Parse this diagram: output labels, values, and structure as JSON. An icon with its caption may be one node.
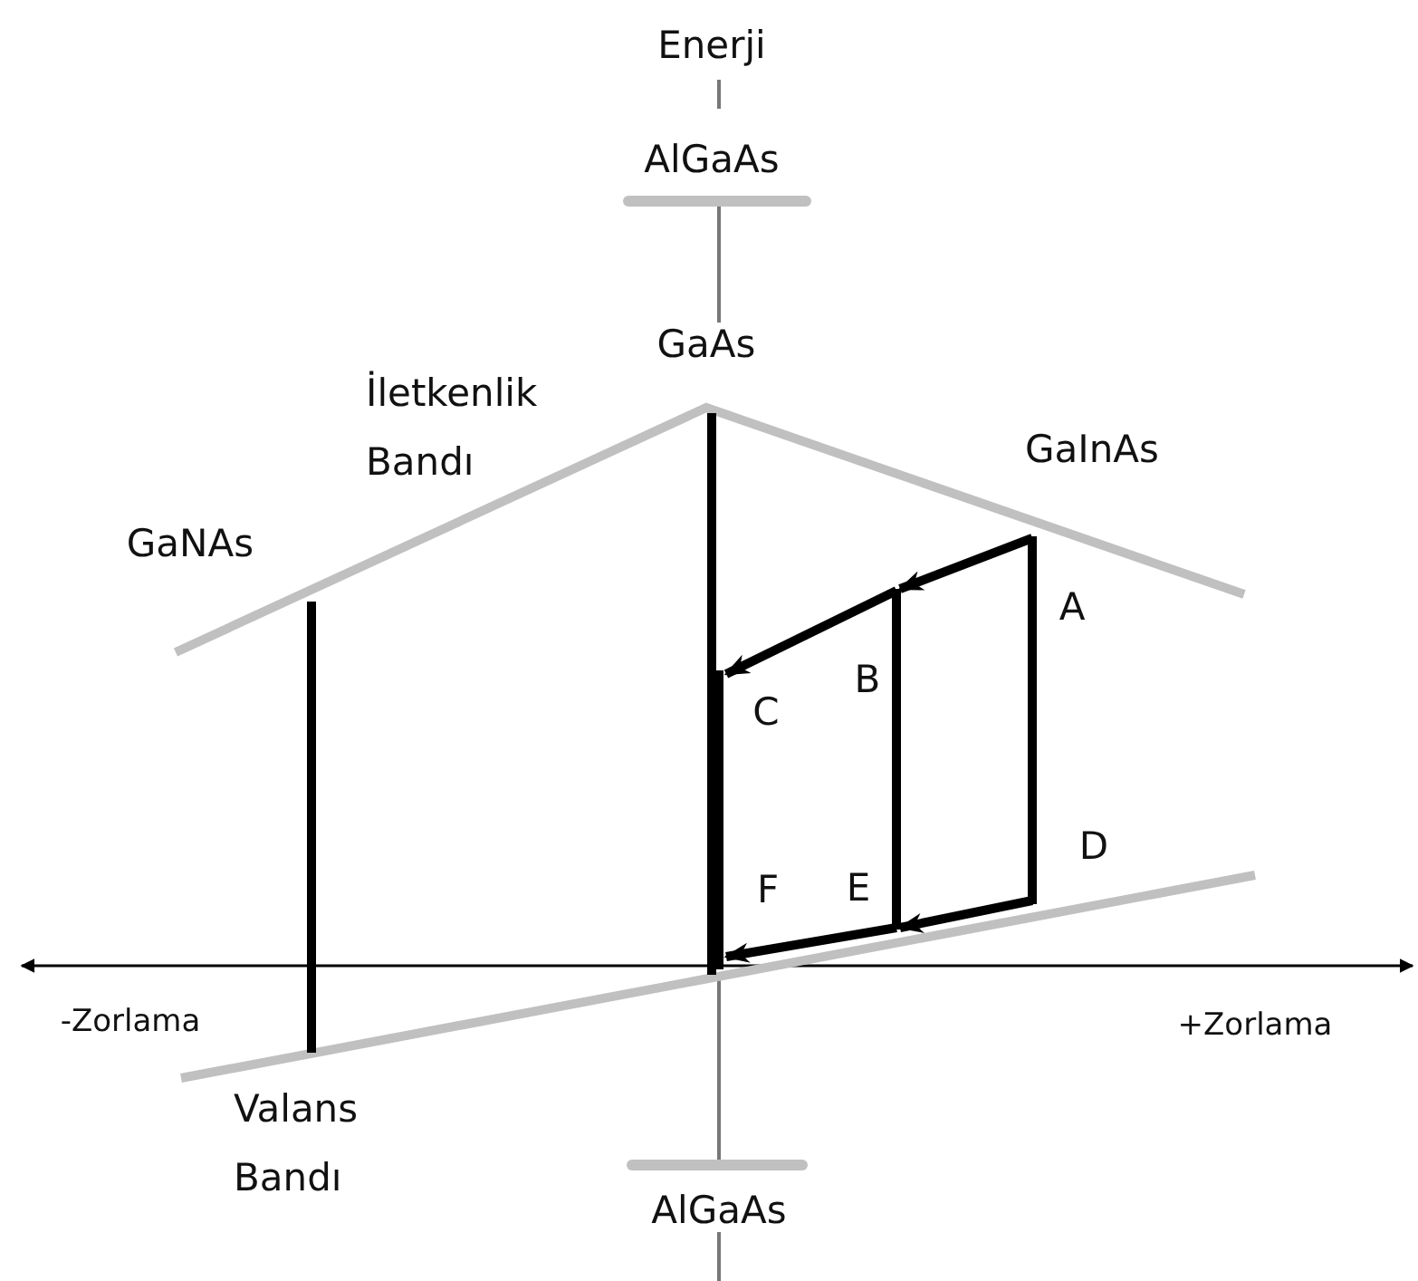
{
  "diagram": {
    "labels": [
      "Enerji",
      "AlGaAs",
      "GaAs",
      "İletkenlik Bandı",
      "GaInAs",
      "GaNAs",
      "A",
      "B",
      "C",
      "D",
      "F",
      "E",
      "-Zorlama",
      "+Zorlama",
      "Valans Bandı",
      "AlGaAs"
    ]
  }
}
